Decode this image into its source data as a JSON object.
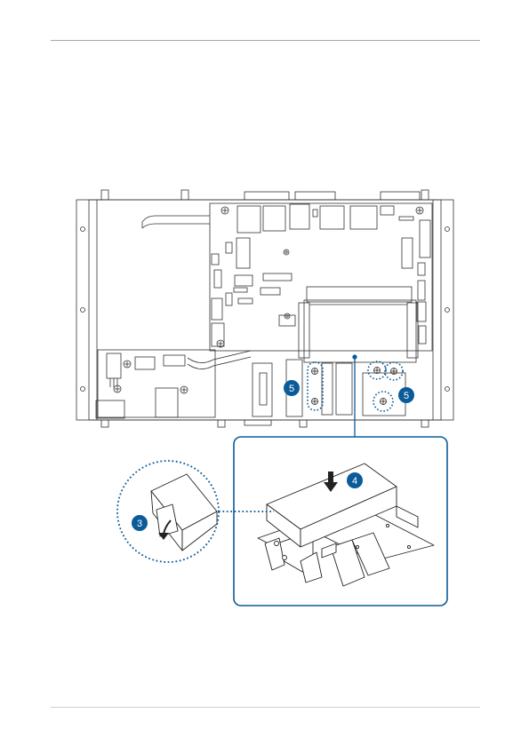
{
  "diagram": {
    "steps": [
      {
        "label": "3"
      },
      {
        "label": "4"
      },
      {
        "label": "5"
      },
      {
        "label": "5"
      }
    ],
    "colors": {
      "accent": "#0b5b99",
      "line": "#333333",
      "background": "#ffffff"
    }
  }
}
